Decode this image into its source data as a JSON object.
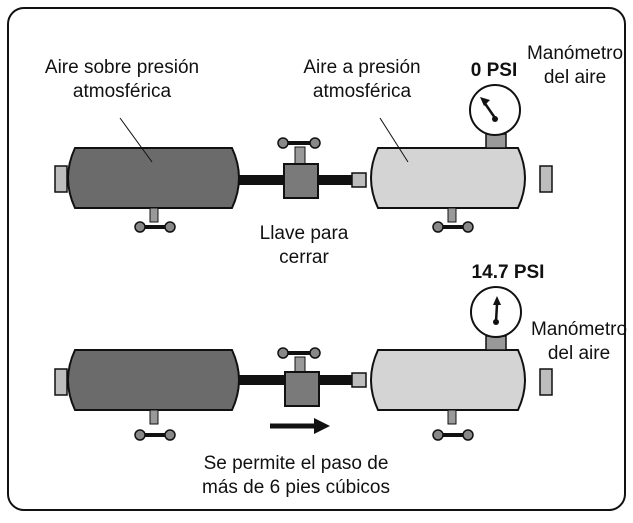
{
  "top": {
    "left_tank_label_line1": "Aire sobre presión",
    "left_tank_label_line2": "atmosférica",
    "right_tank_label_line1": "Aire a presión",
    "right_tank_label_line2": "atmosférica",
    "gauge_reading": "0 PSI",
    "gauge_label_line1": "Manómetro",
    "gauge_label_line2": "del aire",
    "valve_label_line1": "Llave para",
    "valve_label_line2": "cerrar"
  },
  "bottom": {
    "gauge_reading": "14.7 PSI",
    "gauge_label_line1": "Manómetro",
    "gauge_label_line2": "del aire",
    "flow_label_line1": "Se permite el paso de",
    "flow_label_line2": "más de 6 pies cúbicos"
  },
  "colors": {
    "dark_tank": "#6b6b6b",
    "light_tank": "#d4d4d4",
    "pipe": "#111111",
    "valve": "#7a7a7a"
  }
}
